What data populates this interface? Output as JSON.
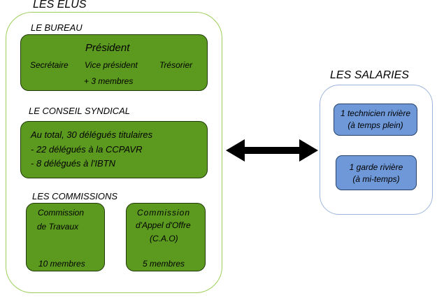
{
  "elus": {
    "title": "LES ELUS",
    "bureau": {
      "heading": "LE BUREAU",
      "president": "Président",
      "secretaire": "Secrétaire",
      "vice_president": "Vice président",
      "tresorier": "Trésorier",
      "membres": "+ 3 membres"
    },
    "conseil": {
      "heading": "LE CONSEIL SYNDICAL",
      "lines": [
        "Au total, 30 délégués titulaires",
        "- 22 délégués à la CCPAVR",
        "- 8 délégués à l'IBTN"
      ]
    },
    "commissions": {
      "heading": "LES COMMISSIONS",
      "travaux": {
        "line1": "Commission",
        "line2": "de Travaux",
        "members": "10 membres"
      },
      "appel": {
        "line1": "Commission",
        "line2": "d'Appel d'Offre",
        "line3": "(C.A.O)",
        "members": "5 membres"
      }
    }
  },
  "salaries": {
    "title": "LES SALARIES",
    "technicien": {
      "line1": "1 technicien rivière",
      "line2": "(à temps plein)"
    },
    "garde": {
      "line1": "1 garde rivière",
      "line2": "(à mi-temps)"
    }
  },
  "colors": {
    "green_fill": "#5b9a1f",
    "green_outer_border": "#9ccf5a",
    "blue_fill": "#6e98d8",
    "blue_outer_border": "#9db6dc",
    "arrow": "#000000"
  }
}
